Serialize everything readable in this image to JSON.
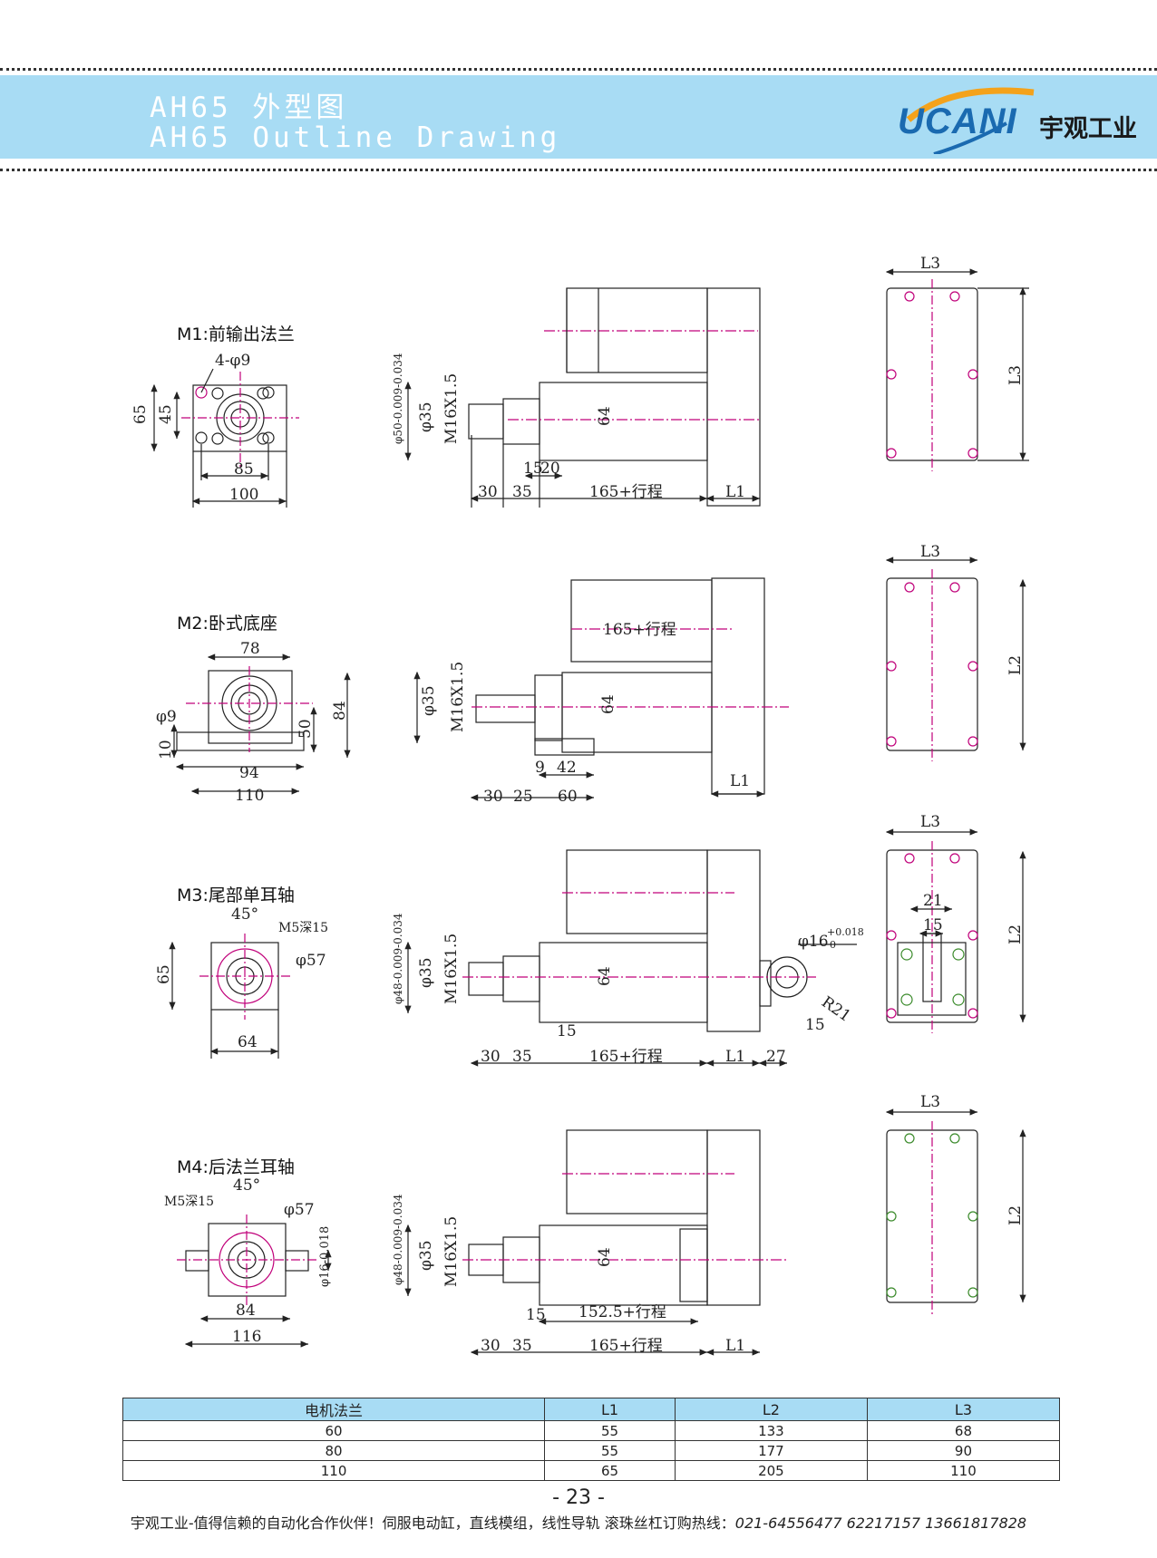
{
  "header": {
    "title_cn": "AH65  外型图",
    "title_en": "AH65  Outline Drawing",
    "logo_text": "UCANI",
    "logo_cn": "宇观工业",
    "logo_color": "#1a6ab0",
    "header_bg": "#a8dcf4"
  },
  "sections": {
    "m1": {
      "label": "M1:前输出法兰",
      "front": {
        "holes": "4-φ9",
        "h_outer": "65",
        "h_inner": "45",
        "w_inner": "85",
        "w_outer": "100"
      },
      "side": {
        "shaft_dia": "φ50-0.009-0.034",
        "rod_dia": "φ35",
        "thread": "M16X1.5",
        "body_h": "64",
        "d1": "15",
        "d2": "20",
        "d30": "30",
        "d35": "35",
        "stroke": "165+行程",
        "l1": "L1"
      },
      "plan": {
        "w": "L3",
        "h": "L3"
      }
    },
    "m2": {
      "label": "M2:卧式底座",
      "front": {
        "w_top": "78",
        "hole": "φ9",
        "h_base": "10",
        "h_mid": "50",
        "h_total": "84",
        "w_inner": "94",
        "w_outer": "110"
      },
      "side": {
        "top_len": "165+行程",
        "rod_dia": "φ35",
        "thread": "M16X1.5",
        "body_h": "64",
        "d9": "9",
        "d42": "42",
        "d30": "30",
        "d25": "25",
        "d60": "60",
        "l1": "L1"
      },
      "plan": {
        "w": "L3",
        "h": "L2"
      }
    },
    "m3": {
      "label": "M3:尾部单耳轴",
      "front": {
        "angle": "45°",
        "tap": "M5深15",
        "pcd": "φ57",
        "h": "65",
        "w": "64"
      },
      "side": {
        "shaft_dia": "φ48-0.009-0.034",
        "rod_dia": "φ35",
        "thread": "M16X1.5",
        "body_h": "64",
        "d15": "15",
        "d30": "30",
        "d35": "35",
        "stroke": "165+行程",
        "l1": "L1",
        "d27": "27",
        "pin": "φ16",
        "pin_tol": "+0.018",
        "pin_tol2": "0",
        "radius": "R21",
        "d15b": "15"
      },
      "plan": {
        "w": "L3",
        "h": "L2",
        "d21": "21",
        "d15": "15"
      }
    },
    "m4": {
      "label": "M4:后法兰耳轴",
      "front": {
        "angle": "45°",
        "tap": "M5深15",
        "pcd": "φ57",
        "pin": "φ16-0.018",
        "w_inner": "84",
        "w_outer": "116"
      },
      "side": {
        "shaft_dia": "φ48-0.009-0.034",
        "rod_dia": "φ35",
        "thread": "M16X1.5",
        "body_h": "64",
        "d15": "15",
        "stroke2": "152.5+行程",
        "d30": "30",
        "d35": "35",
        "stroke": "165+行程",
        "l1": "L1"
      },
      "plan": {
        "w": "L3",
        "h": "L2"
      }
    }
  },
  "spec_table": {
    "headers": [
      "电机法兰",
      "L1",
      "L2",
      "L3"
    ],
    "rows": [
      [
        "60",
        "55",
        "133",
        "68"
      ],
      [
        "80",
        "55",
        "177",
        "90"
      ],
      [
        "110",
        "65",
        "205",
        "110"
      ]
    ]
  },
  "footer": {
    "page_number": "- 23 -",
    "tagline": "宇观工业-值得信赖的自动化合作伙伴！伺服电动缸，直线模组，线性导轨 滚珠丝杠订购热线：",
    "phones": "021-64556477  62217157 13661817828"
  }
}
